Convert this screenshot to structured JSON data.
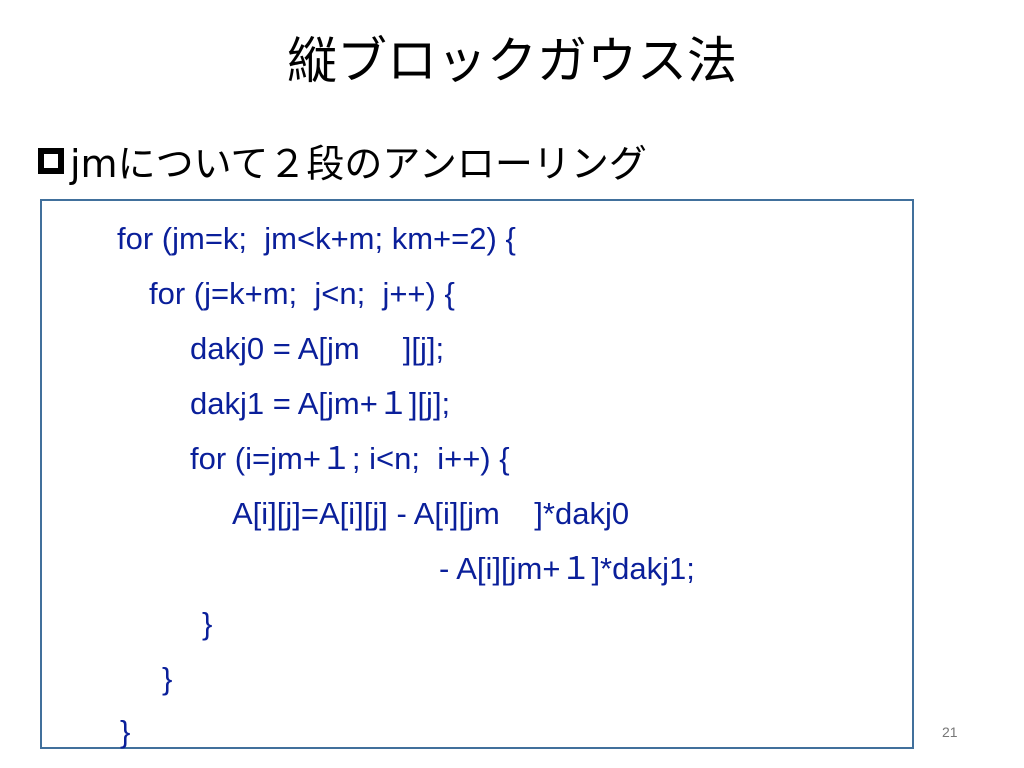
{
  "slide": {
    "title": "縦ブロックガウス法",
    "bullet_text": "jmについて２段のアンローリング",
    "page_number": "21"
  },
  "code": {
    "color": "#0a1f9a",
    "lines": [
      "for (jm=k;  jm<k+m; km+=2) {",
      "for (j=k+m;  j<n;  j++) {",
      "dakj0 = A[jm     ][j];",
      "dakj1 = A[jm+１][j];",
      "for (i=jm+１; i<n;  i++) {",
      "A[i][j]=A[i][j] - A[i][jm    ]*dakj0",
      "- A[i][jm+１]*dakj1;",
      "}",
      "}",
      "}"
    ]
  },
  "colors": {
    "box_border": "#41709c",
    "text": "#000000"
  }
}
